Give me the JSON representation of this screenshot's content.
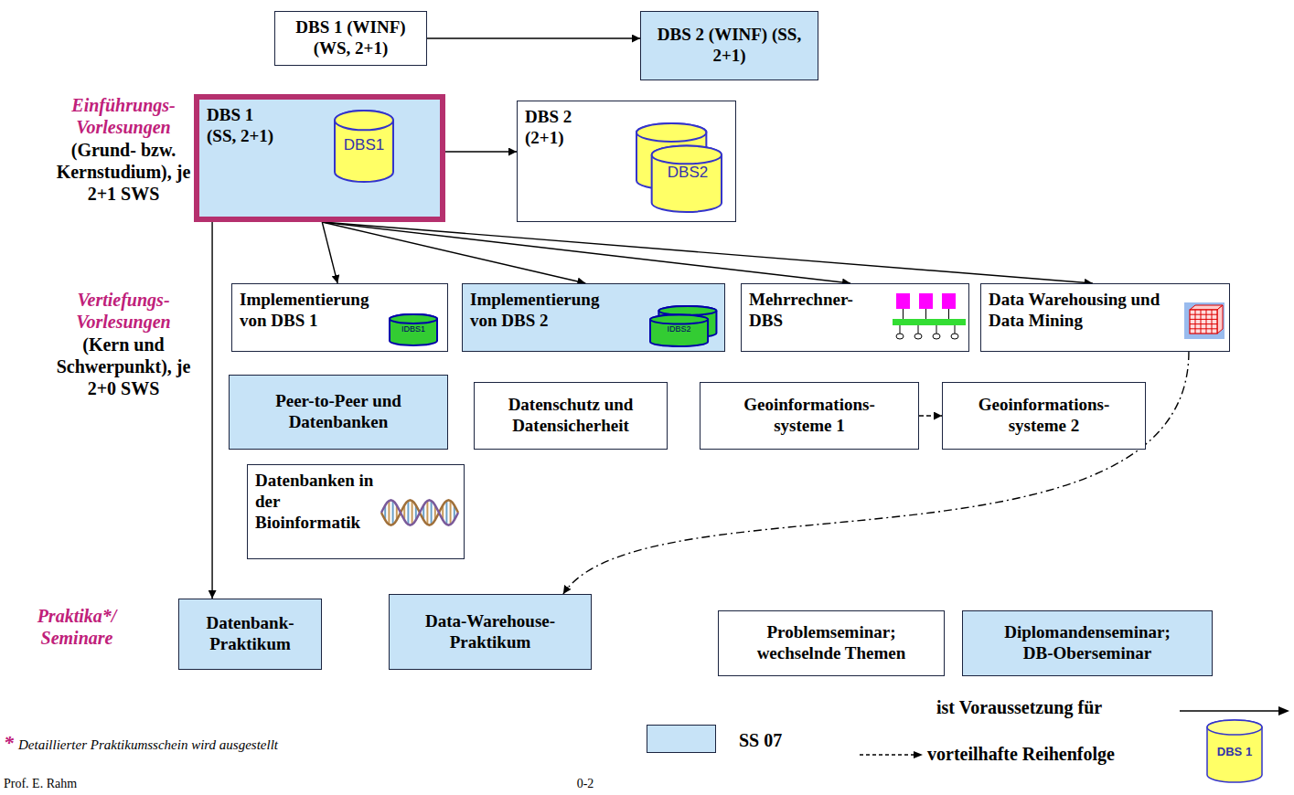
{
  "diagram": {
    "nodes": [
      {
        "text": [
          "DBS 1 (WINF) (WS, 2+1)"
        ]
      },
      {
        "text": [
          "DBS 2 (WINF) (SS, 2+1)"
        ]
      },
      {
        "text": [
          "DBS 1 (SS, 2+1)",
          "DBS1"
        ]
      },
      {
        "text": [
          "DBS 2 (2+1)",
          "DBS2"
        ]
      },
      {
        "text": [
          "Implementierung von DBS 1",
          "IDBS1"
        ]
      },
      {
        "text": [
          "Implementierung von DBS 2",
          "IDBS2"
        ]
      },
      {
        "text": [
          "Mehrrechner- DBS"
        ]
      },
      {
        "text": [
          "Data Warehousing und Data Mining"
        ]
      },
      {
        "text": [
          "Peer-to-Peer und Datenbanken"
        ]
      },
      {
        "text": [
          "Datenschutz und Datensicherheit"
        ]
      },
      {
        "text": [
          "Geoinformations- systeme 1"
        ]
      },
      {
        "text": [
          "Geoinformations- systeme 2"
        ]
      },
      {
        "text": [
          "Datenbanken in der Bioinformatik"
        ]
      },
      {
        "text": [
          "Datenbank- Praktikum"
        ]
      },
      {
        "text": [
          "Data-Warehouse- Praktikum"
        ]
      },
      {
        "text": [
          "Problemseminar; wechselnde Themen"
        ]
      },
      {
        "text": [
          "Diplomandenseminar; DB-Oberseminar"
        ]
      }
    ],
    "edges": [
      {
        "from": 0,
        "to": 1,
        "arrow": "to"
      },
      {
        "from": 2,
        "to": 3,
        "arrow": "to"
      },
      {
        "from": 2,
        "to": 4,
        "arrow": "to"
      },
      {
        "from": 2,
        "to": 5,
        "arrow": "to"
      },
      {
        "from": 2,
        "to": 6,
        "arrow": "to"
      },
      {
        "from": 2,
        "to": 7,
        "arrow": "to"
      },
      {
        "from": 2,
        "to": 13,
        "arrow": "to"
      },
      {
        "from": 7,
        "to": 14,
        "arrow": "to"
      },
      {
        "from": 10,
        "to": 11,
        "arrow": "to"
      }
    ],
    "labels": [
      "Einführungs- Vorlesungen",
      "(Grund- bzw. Kernstudium), je 2+1 SWS",
      "Vertiefungs- Vorlesungen",
      "(Kern und Schwerpunkt), je 2+0 SWS",
      "Praktika*/ Seminare",
      "*",
      "Detaillierter Praktikumsschein wird ausgestellt",
      "DBS 1",
      "Prof. E. Rahm",
      "0-2"
    ],
    "legend": [
      {
        "text": "SS 07",
        "color": "#c7e3f7"
      },
      {
        "text": "ist Voraussetzung für"
      },
      {
        "text": "vorteilhafte Reihenfolge"
      }
    ]
  }
}
